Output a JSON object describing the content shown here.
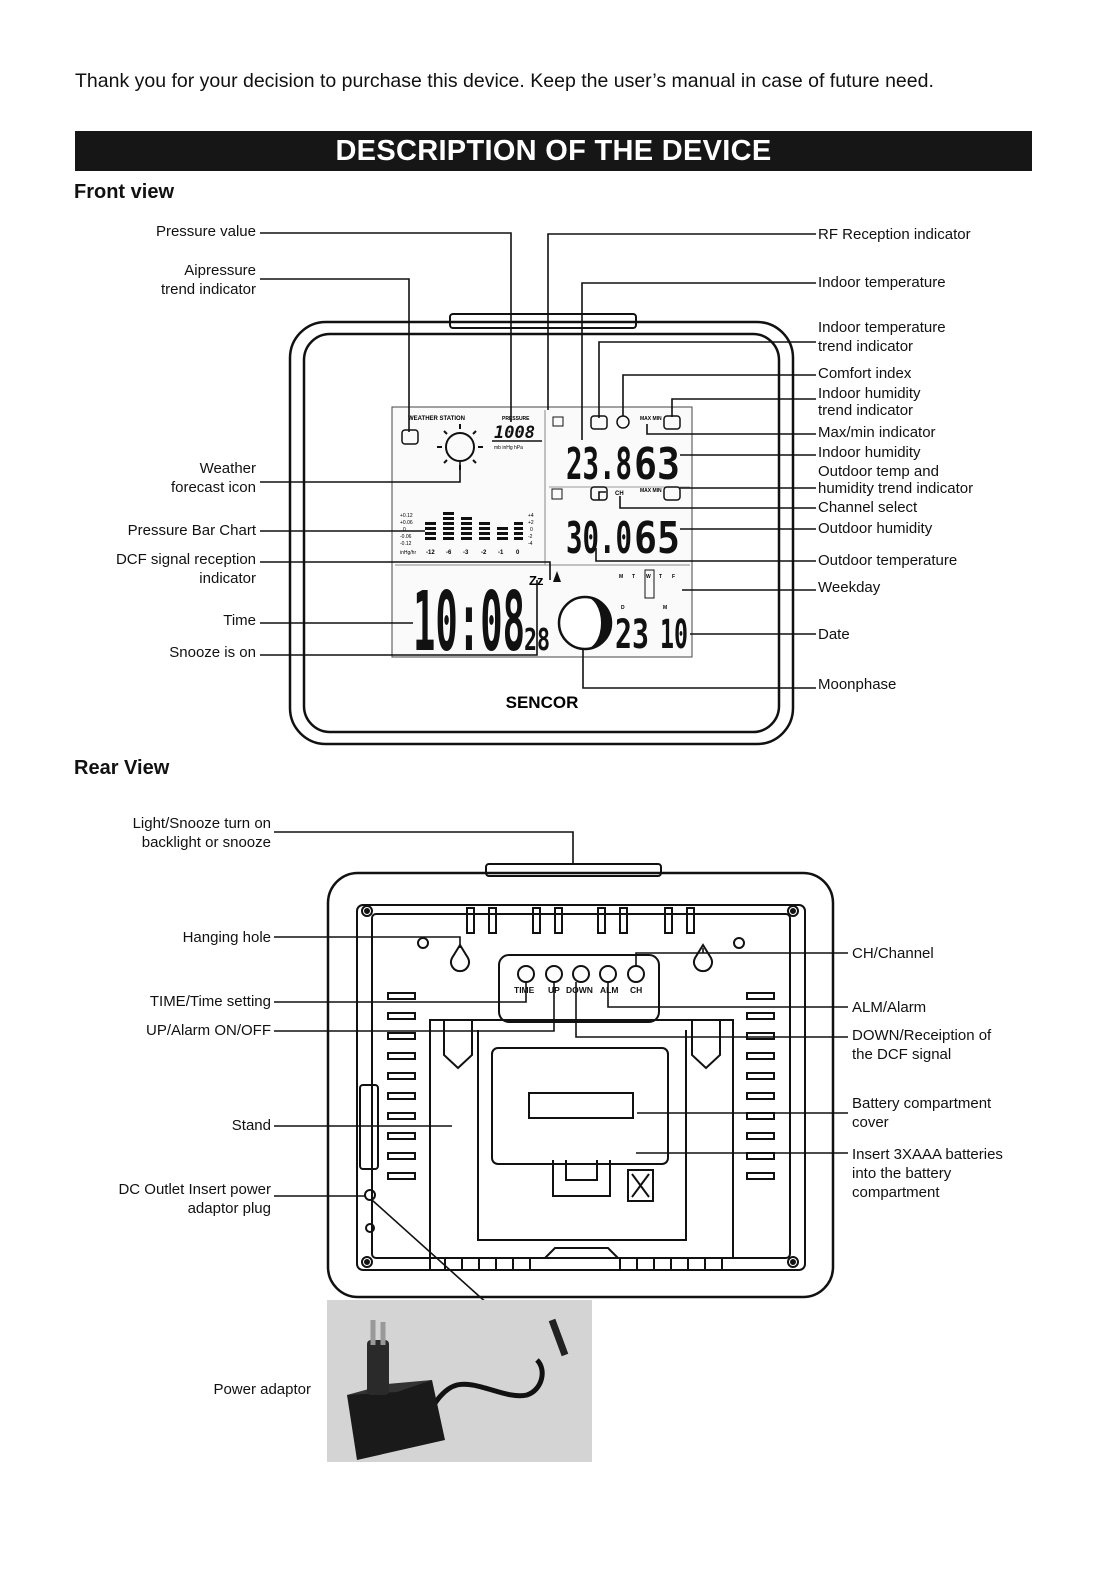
{
  "intro_text": "Thank you for your decision to purchase this device. Keep the user’s manual in case of future need.",
  "banner_title": "DESCRIPTION OF THE DEVICE",
  "front": {
    "heading": "Front view",
    "left_labels": [
      "Pressure value",
      "Aipressure\ntrend indicator",
      "Weather\nforecast icon",
      "Pressure Bar Chart",
      "DCF signal reception\nindicator",
      "Time",
      "Snooze is on"
    ],
    "right_labels": [
      "RF Reception indicator",
      "Indoor temperature",
      "Indoor temperature\ntrend indicator",
      "Comfort index",
      "Indoor humidity\ntrend indicator",
      "Max/min indicator",
      "Indoor humidity",
      "Outdoor temp and\nhumidity trend indicator",
      "Channel select",
      "Outdoor humidity",
      "Outdoor temperature",
      "Weekday",
      "Date",
      "Moonphase"
    ],
    "display": {
      "brand": "SENCOR",
      "station_label": "WEATHER STATION",
      "pressure_label": "PRESSURE",
      "pressure_value": "1008",
      "pressure_units": "mb inHg hPa",
      "indoor_temp": "23.8",
      "indoor_humidity": "63",
      "outdoor_temp": "30.0",
      "outdoor_humidity": "65",
      "channel": "CH",
      "maxmin": "MAX MIN",
      "time": "10:08",
      "seconds": "28",
      "snooze": "Zz",
      "day": "23",
      "month": "10",
      "day_label": "D",
      "month_label": "M",
      "bar_left_scale": [
        "+0.12",
        "+0.06",
        "0",
        "-0.06",
        "-0.12"
      ],
      "bar_right_scale": [
        "+4",
        "+2",
        "0",
        "-2",
        "-4"
      ],
      "bar_hours": [
        "-12",
        "-6",
        "-3",
        "-2",
        "-1",
        "0"
      ]
    }
  },
  "rear": {
    "heading": "Rear View",
    "left_labels": [
      "Light/Snooze turn on\nbacklight or snooze",
      "Hanging hole",
      "TIME/Time setting",
      "UP/Alarm ON/OFF",
      "Stand",
      "DC Outlet Insert power\nadaptor plug",
      "Power adaptor"
    ],
    "right_labels": [
      "CH/Channel",
      "ALM/Alarm",
      "DOWN/Receiption of\nthe DCF signal",
      "Battery compartment\ncover",
      "Insert 3XAAA batteries\ninto the battery\ncompartment"
    ],
    "buttons": [
      "TIME",
      "UP",
      "DOWN",
      "ALM",
      "CH"
    ]
  }
}
